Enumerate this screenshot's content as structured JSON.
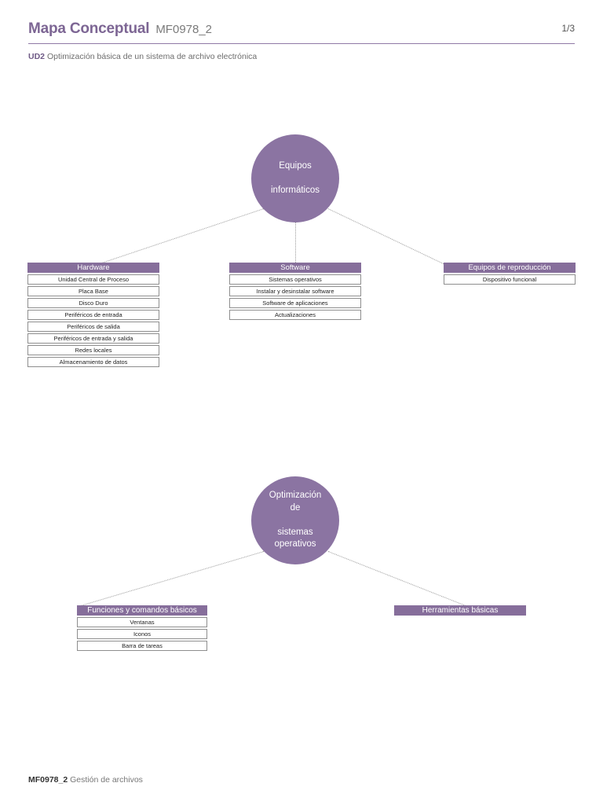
{
  "header": {
    "title": "Mapa Conceptual",
    "code": "MF0978_2",
    "page_indicator": "1/3",
    "unit_label": "UD2",
    "unit_title": "Optimización básica de un sistema de archivo electrónica"
  },
  "footer": {
    "code": "MF0978_2",
    "text": "Gestión de archivos"
  },
  "colors": {
    "accent": "#8b74a2",
    "header_bar": "#866e9b",
    "title": "#7d6694",
    "rule": "#8f79a6",
    "box_border": "#8e8e8e",
    "connector": "#9a9a9a"
  },
  "chart_data": {
    "type": "diagram",
    "title": "Mapa Conceptual MF0978_2",
    "subtitle": "UD2 Optimización básica de un sistema de archivo electrónica",
    "layout": "concept-map",
    "maps": [
      {
        "root": "Equipos informáticos",
        "branches": [
          {
            "label": "Hardware",
            "items": [
              "Unidad Central de Proceso",
              "Placa Base",
              "Disco Duro",
              "Periféricos de entrada",
              "Periféricos de salida",
              "Periféricos de entrada y salida",
              "Redes locales",
              "Almacenamiento  de datos"
            ]
          },
          {
            "label": "Software",
            "items": [
              "Sistemas operativos",
              "Instalar y desinstalar software",
              "Software de aplicaciones",
              "Actualizaciones"
            ]
          },
          {
            "label": "Equipos de reproducción",
            "items": [
              "Dispositivo funcional"
            ]
          }
        ]
      },
      {
        "root": "Optimización de sistemas operativos",
        "branches": [
          {
            "label": "Funciones  y comandos básicos",
            "items": [
              "Ventanas",
              "Iconos",
              "Barra de tareas"
            ]
          },
          {
            "label": "Herramientas básicas",
            "items": []
          }
        ]
      }
    ]
  },
  "map1": {
    "root_line1": "Equipos",
    "root_line2": "informáticos",
    "hardware": {
      "label": "Hardware",
      "items": [
        "Unidad Central de Proceso",
        "Placa Base",
        "Disco Duro",
        "Periféricos de entrada",
        "Periféricos de salida",
        "Periféricos de entrada y salida",
        "Redes locales",
        "Almacenamiento  de datos"
      ]
    },
    "software": {
      "label": "Software",
      "items": [
        "Sistemas operativos",
        "Instalar y desinstalar software",
        "Software de aplicaciones",
        "Actualizaciones"
      ]
    },
    "repro": {
      "label": "Equipos de reproducción",
      "items": [
        "Dispositivo funcional"
      ]
    }
  },
  "map2": {
    "root_line1": "Optimización de",
    "root_line2": "sistemas operativos",
    "funciones": {
      "label": "Funciones  y comandos básicos",
      "items": [
        "Ventanas",
        "Iconos",
        "Barra de tareas"
      ]
    },
    "herramientas": {
      "label": "Herramientas básicas",
      "items": []
    }
  }
}
